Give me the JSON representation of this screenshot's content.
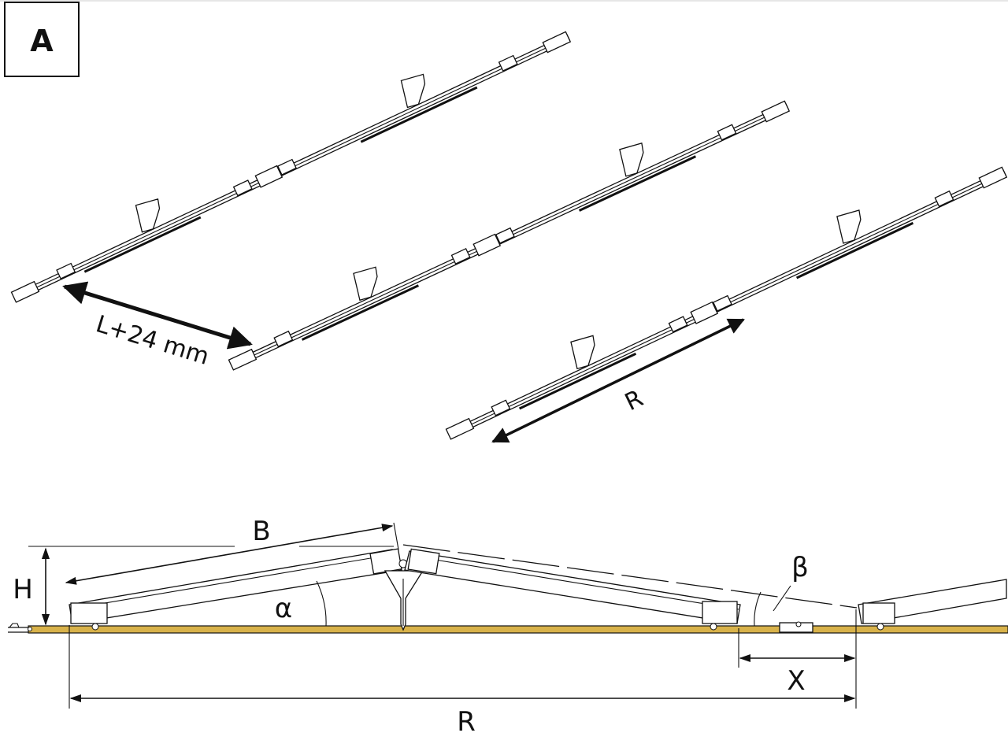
{
  "panel_label": "A",
  "top_view": {
    "spacing_label": "L+24 mm",
    "row_length_label": "R"
  },
  "side_view": {
    "labels": {
      "height": "H",
      "panel_length": "B",
      "tilt_angle": "α",
      "gap_angle": "β",
      "gap": "X",
      "row_length": "R"
    },
    "colors": {
      "roof": "#d8b24a",
      "line": "#111111"
    }
  }
}
